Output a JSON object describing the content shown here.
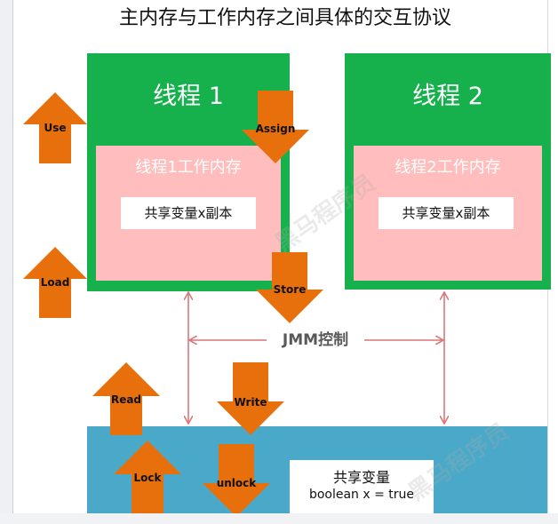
{
  "title": "主内存与工作内存之间具体的交互协议",
  "threads": [
    {
      "name": "线程 1",
      "work_memory": "线程1工作内存",
      "copy": "共享变量x副本"
    },
    {
      "name": "线程 2",
      "work_memory": "线程2工作内存",
      "copy": "共享变量x副本"
    }
  ],
  "jmm_label": "JMM控制",
  "main_memory": {
    "line1": "共享变量",
    "line2": "boolean x = true"
  },
  "operations": {
    "use": "Use",
    "assign": "Assign",
    "load": "Load",
    "store": "Store",
    "read": "Read",
    "write": "Write",
    "lock": "Lock",
    "unlock": "unlock"
  },
  "colors": {
    "thread": "#16b04c",
    "work_memory": "#ffbdbd",
    "main_memory": "#4aa9c8",
    "arrow": "#e8700c",
    "connector": "#d9777a"
  }
}
